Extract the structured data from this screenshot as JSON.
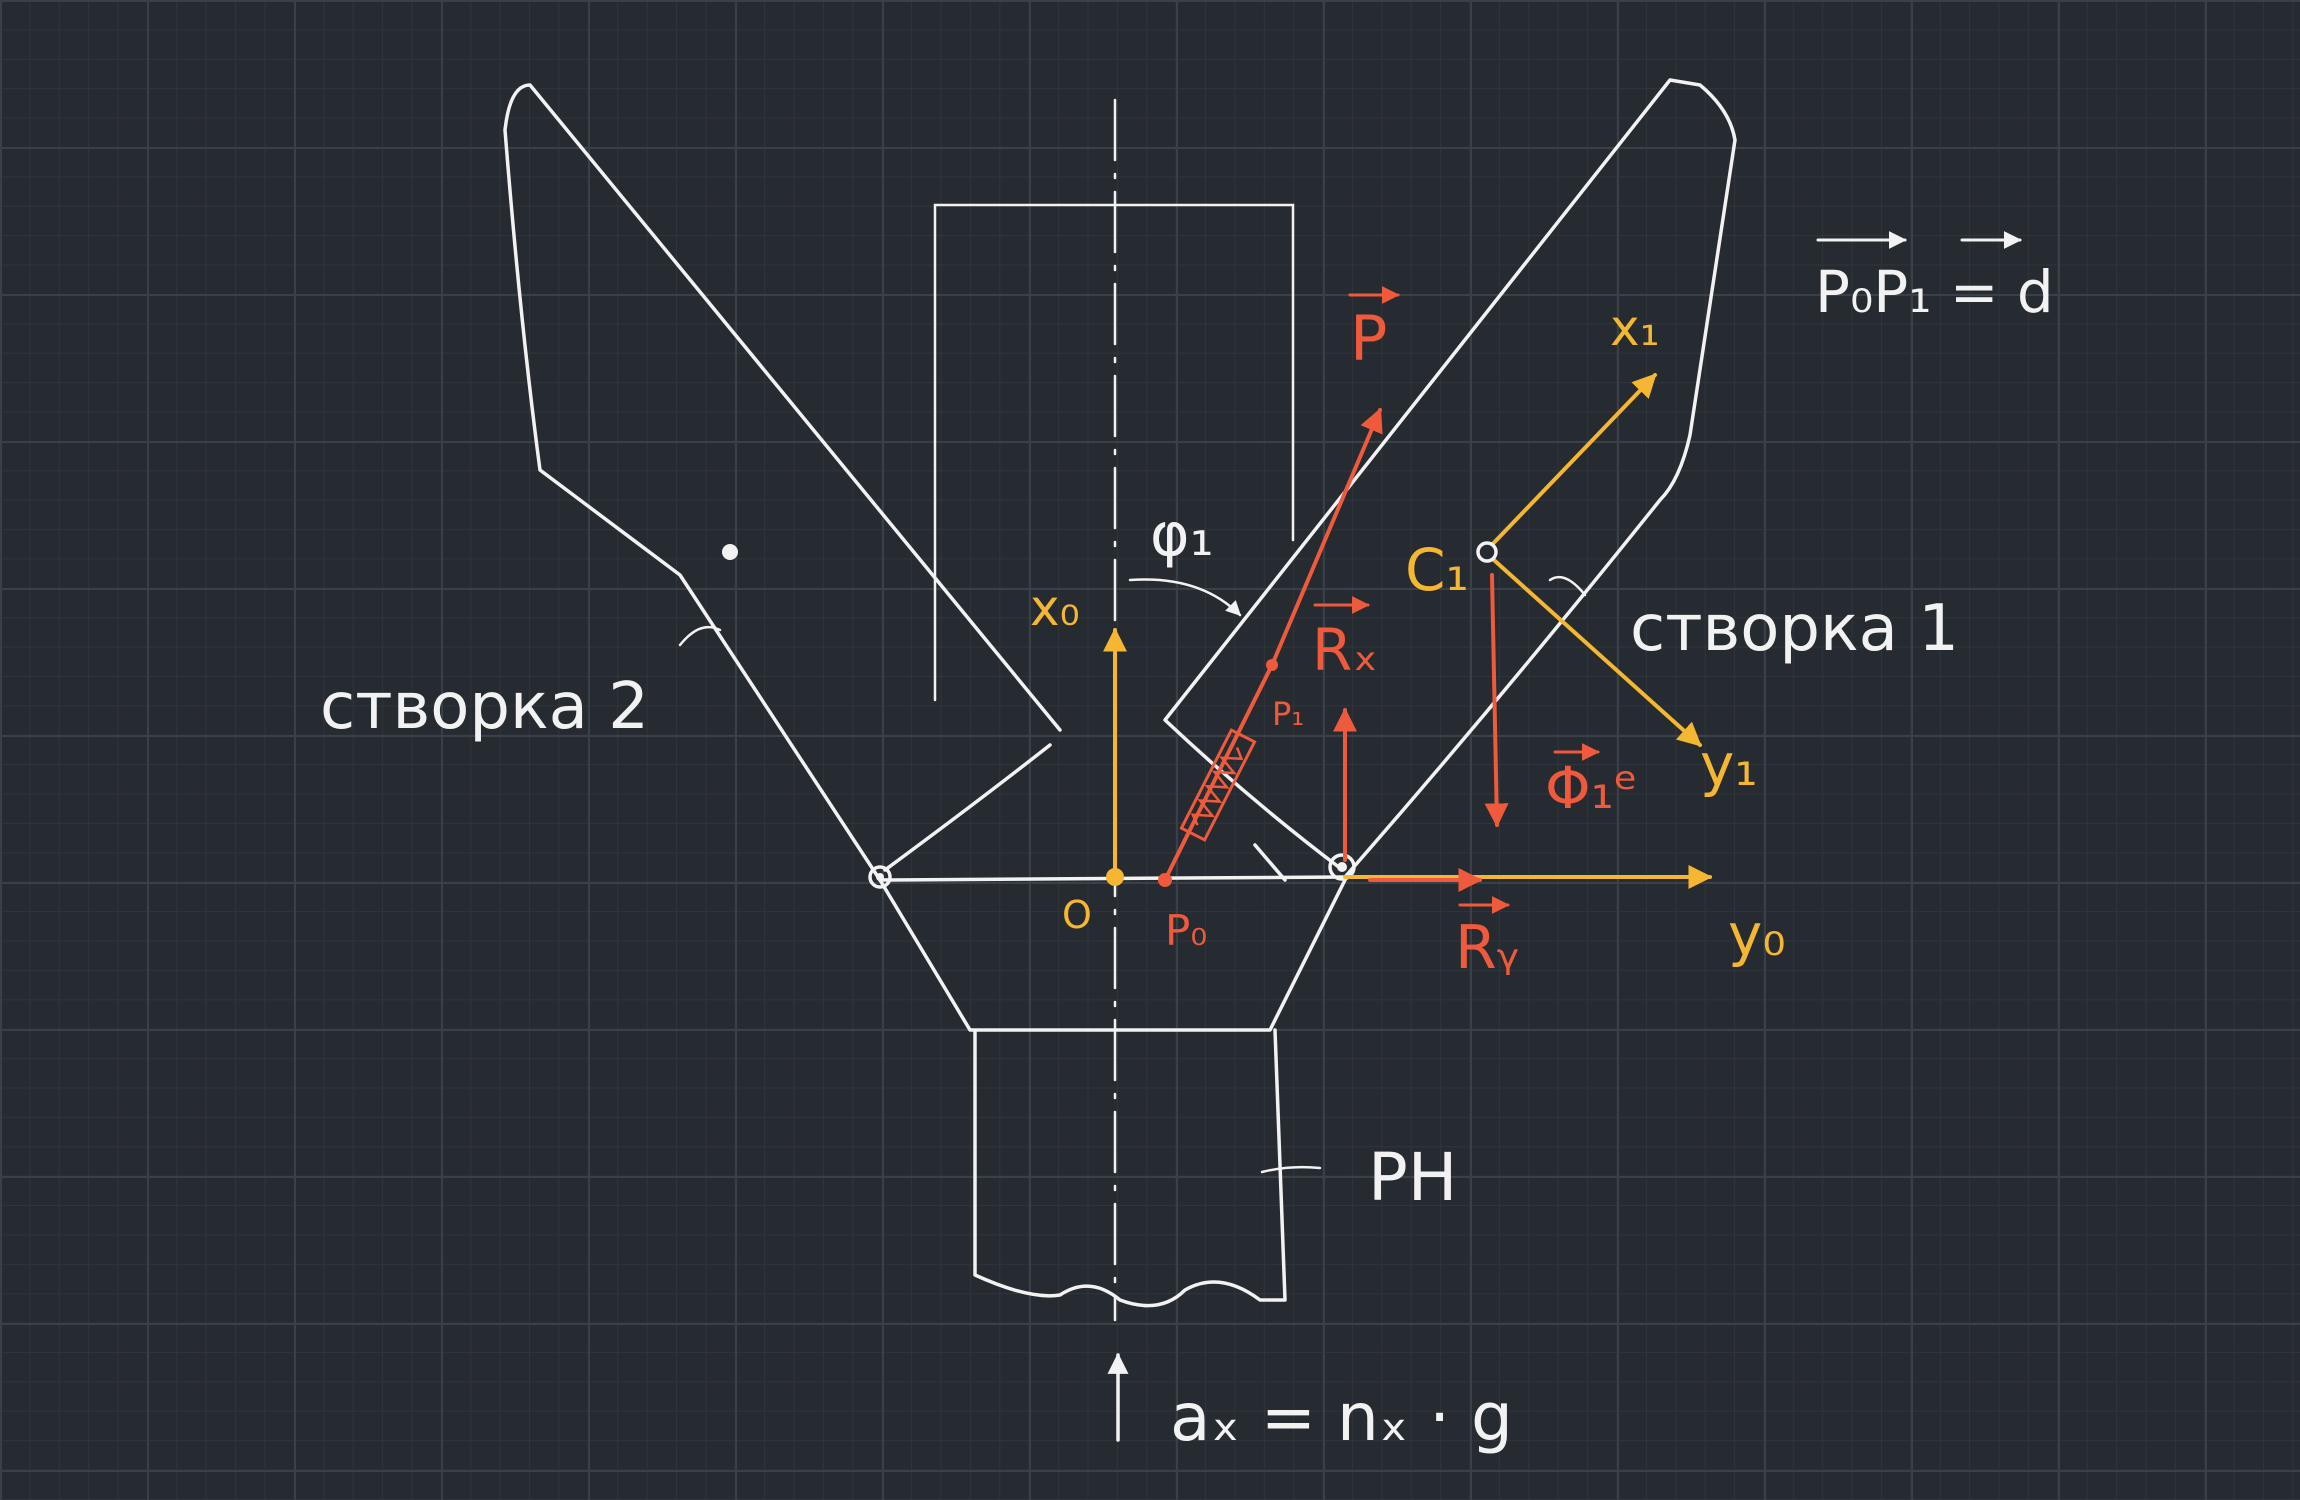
{
  "labels": {
    "flap2": "створка 2",
    "flap1": "створка 1",
    "stage": "PH",
    "relation": "P₀P₁ = d",
    "accel": "aₓ = nₓ · g",
    "origin": "O",
    "x0": "x₀",
    "y0": "y₀",
    "x1": "x₁",
    "y1": "y₁",
    "c1": "C₁",
    "phi1": "φ₁",
    "p0": "P₀",
    "p1": "P₁",
    "force_p": "P",
    "force_rx": "Rₓ",
    "force_ry": "Rᵧ",
    "force_phi": "Φ₁ᵉ"
  },
  "colors": {
    "background": "#262b31",
    "sketch": "#f2f2f2",
    "axes": "#f5b731",
    "forces": "#ef5a3c"
  }
}
